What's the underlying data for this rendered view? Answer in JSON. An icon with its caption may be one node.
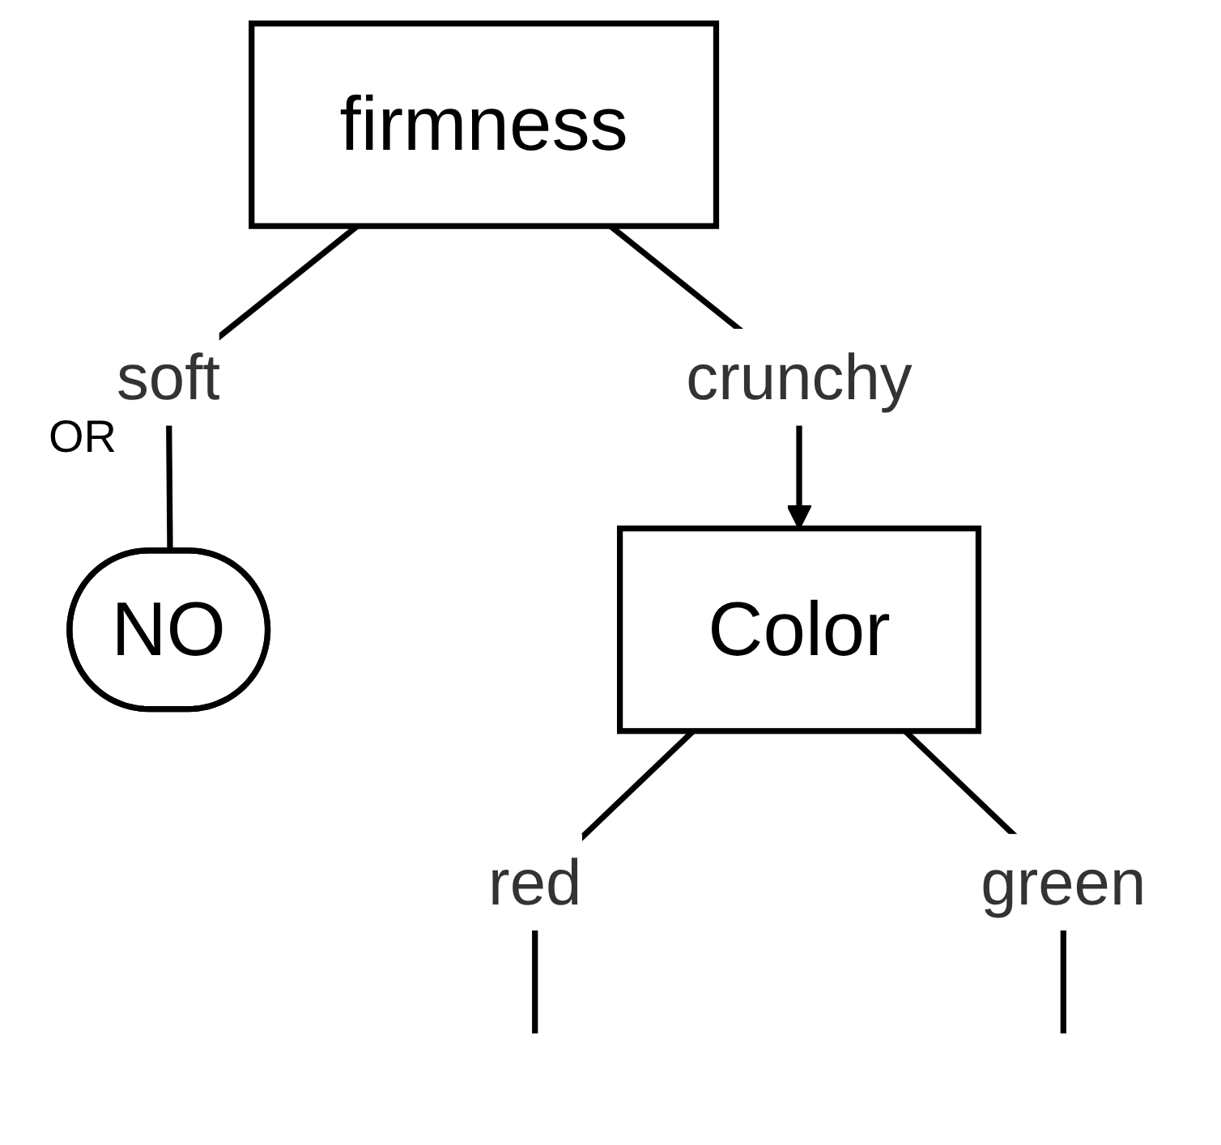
{
  "diagram": {
    "nodes": [
      {
        "text": [
          "firmness"
        ]
      },
      {
        "text": [
          "NO"
        ]
      },
      {
        "text": [
          "Color"
        ]
      }
    ],
    "edges": [
      {
        "from": 0,
        "to": 2,
        "label": "crunchy",
        "arrow": "to"
      },
      {
        "from": 0,
        "to": 1,
        "label": "soft",
        "arrow": "none"
      },
      {
        "from": 2,
        "to": null,
        "label": "red",
        "arrow": "none"
      },
      {
        "from": 2,
        "to": null,
        "label": "green",
        "arrow": "none"
      }
    ],
    "labels": [
      "OR"
    ]
  }
}
